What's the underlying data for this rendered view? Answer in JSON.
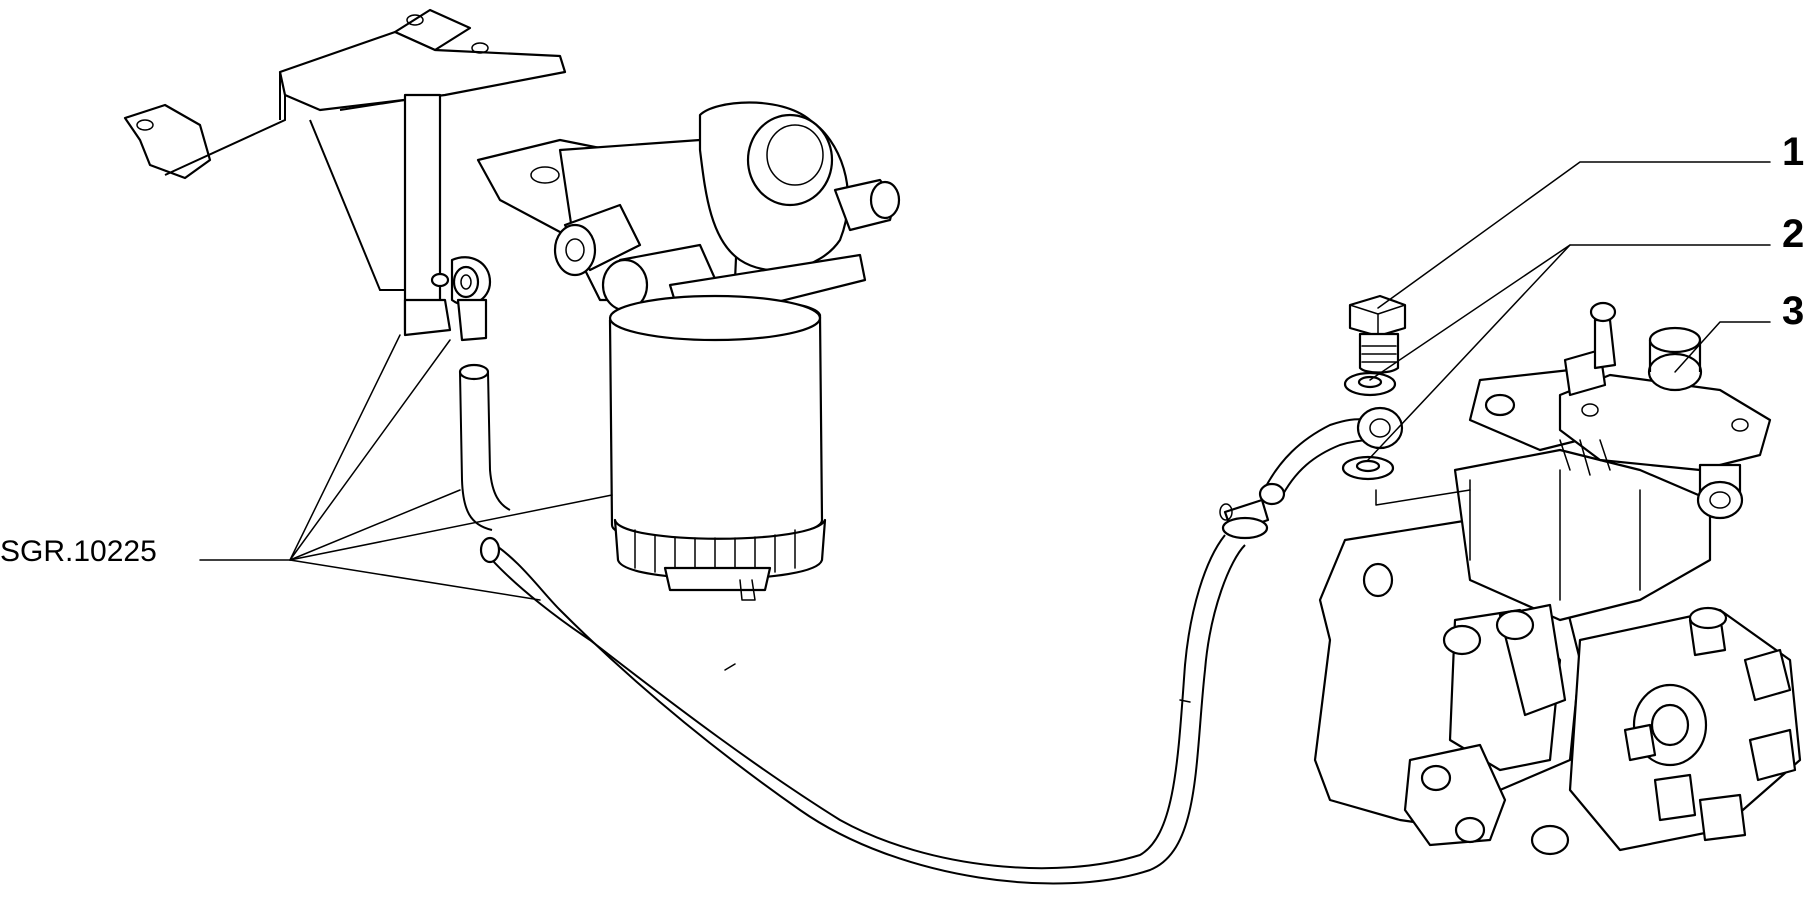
{
  "diagram": {
    "reference_code": "SGR.10225",
    "callouts": [
      {
        "number": "1"
      },
      {
        "number": "2"
      },
      {
        "number": "3"
      }
    ]
  }
}
